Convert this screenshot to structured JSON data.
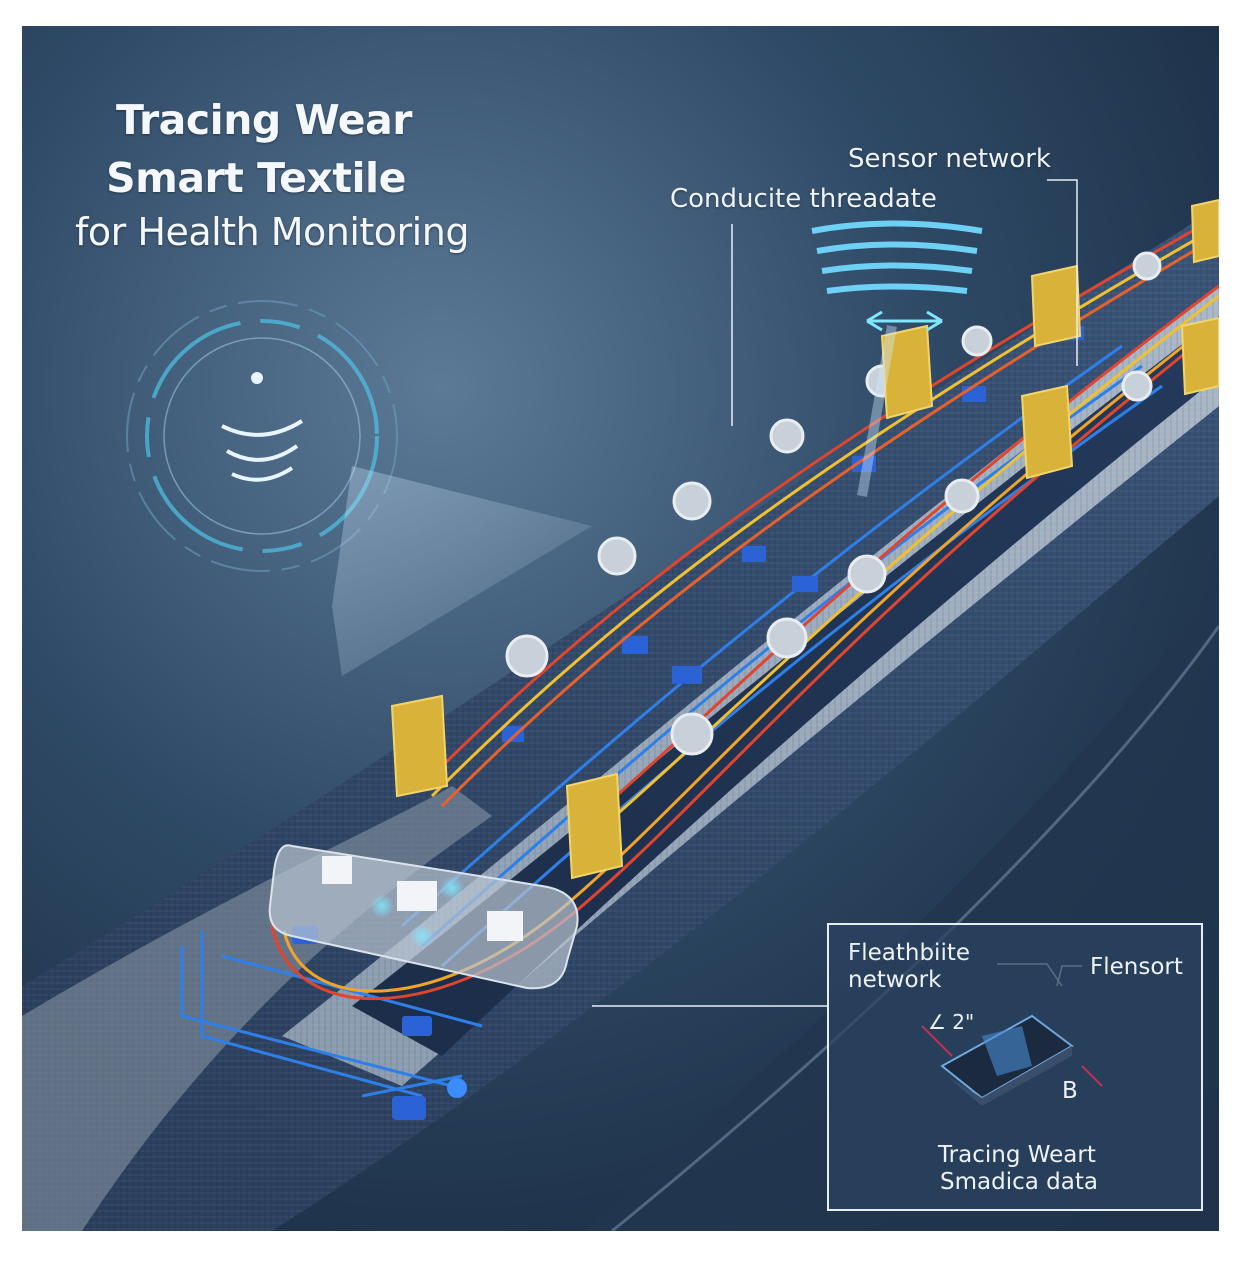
{
  "title": {
    "line1": "Tracing Wear",
    "line2": "Smart Textile",
    "line3": "for Health Monitoring"
  },
  "callouts": {
    "sensor_network": "Sensor network",
    "conductive_thread": "Conducite threadate"
  },
  "inset": {
    "label_left_line1": "Fleathbiite",
    "label_left_line2": "network",
    "label_right": "Flensort",
    "dimension": "∠ 2\"",
    "marker": "B",
    "caption_line1": "Tracing Weart",
    "caption_line2": "Smadica data"
  }
}
